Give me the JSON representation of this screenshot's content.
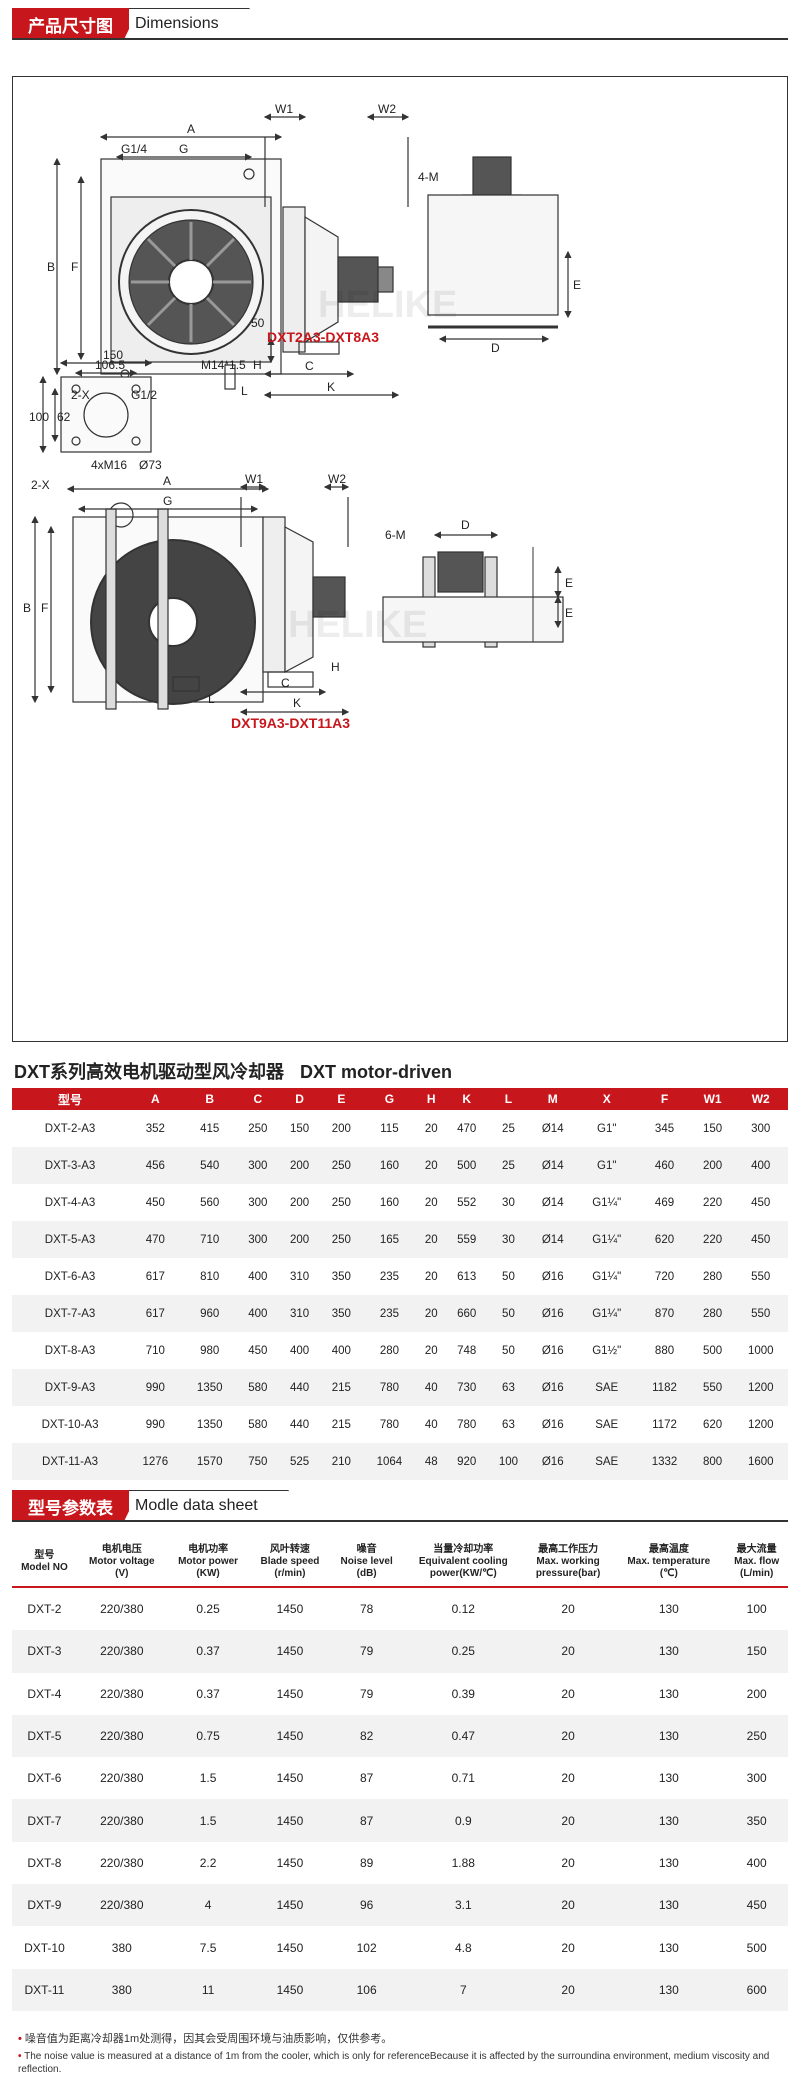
{
  "section1": {
    "title_cn": "产品尺寸图",
    "title_en": "Dimensions"
  },
  "diagram": {
    "caption_top": "DXT2A3-DXT8A3",
    "caption_bottom": "DXT9A3-DXT11A3",
    "watermark": "HELIKE",
    "labels": {
      "A": "A",
      "B": "B",
      "F": "F",
      "G": "G",
      "G14": "G1/4",
      "G12": "G1/2",
      "M14": "M14*1.5",
      "L": "L",
      "X2": "2-X",
      "W1": "W1",
      "W2": "W2",
      "C": "C",
      "K": "K",
      "H": "H",
      "n50": "50",
      "M4": "4-M",
      "M6": "6-M",
      "D": "D",
      "E": "E",
      "n150": "150",
      "n1065": "106.5",
      "n100": "100",
      "n62": "62",
      "holes": "4xM16",
      "phi": "Ø73"
    }
  },
  "dim_table": {
    "title_cn": "DXT系列高效电机驱动型风冷却器",
    "title_en": "DXT motor-driven",
    "headers": [
      "型号",
      "A",
      "B",
      "C",
      "D",
      "E",
      "G",
      "H",
      "K",
      "L",
      "M",
      "X",
      "F",
      "W1",
      "W2"
    ],
    "rows": [
      [
        "DXT-2-A3",
        "352",
        "415",
        "250",
        "150",
        "200",
        "115",
        "20",
        "470",
        "25",
        "Ø14",
        "G1\"",
        "345",
        "150",
        "300"
      ],
      [
        "DXT-3-A3",
        "456",
        "540",
        "300",
        "200",
        "250",
        "160",
        "20",
        "500",
        "25",
        "Ø14",
        "G1\"",
        "460",
        "200",
        "400"
      ],
      [
        "DXT-4-A3",
        "450",
        "560",
        "300",
        "200",
        "250",
        "160",
        "20",
        "552",
        "30",
        "Ø14",
        "G1¼\"",
        "469",
        "220",
        "450"
      ],
      [
        "DXT-5-A3",
        "470",
        "710",
        "300",
        "200",
        "250",
        "165",
        "20",
        "559",
        "30",
        "Ø14",
        "G1¼\"",
        "620",
        "220",
        "450"
      ],
      [
        "DXT-6-A3",
        "617",
        "810",
        "400",
        "310",
        "350",
        "235",
        "20",
        "613",
        "50",
        "Ø16",
        "G1¼\"",
        "720",
        "280",
        "550"
      ],
      [
        "DXT-7-A3",
        "617",
        "960",
        "400",
        "310",
        "350",
        "235",
        "20",
        "660",
        "50",
        "Ø16",
        "G1¼\"",
        "870",
        "280",
        "550"
      ],
      [
        "DXT-8-A3",
        "710",
        "980",
        "450",
        "400",
        "400",
        "280",
        "20",
        "748",
        "50",
        "Ø16",
        "G1½\"",
        "880",
        "500",
        "1000"
      ],
      [
        "DXT-9-A3",
        "990",
        "1350",
        "580",
        "440",
        "215",
        "780",
        "40",
        "730",
        "63",
        "Ø16",
        "SAE",
        "1182",
        "550",
        "1200"
      ],
      [
        "DXT-10-A3",
        "990",
        "1350",
        "580",
        "440",
        "215",
        "780",
        "40",
        "780",
        "63",
        "Ø16",
        "SAE",
        "1172",
        "620",
        "1200"
      ],
      [
        "DXT-11-A3",
        "1276",
        "1570",
        "750",
        "525",
        "210",
        "1064",
        "48",
        "920",
        "100",
        "Ø16",
        "SAE",
        "1332",
        "800",
        "1600"
      ]
    ]
  },
  "section2": {
    "title_cn": "型号参数表",
    "title_en": "Modle data sheet"
  },
  "model_table": {
    "headers": [
      [
        "型号",
        "Model NO"
      ],
      [
        "电机电压",
        "Motor voltage",
        "(V)"
      ],
      [
        "电机功率",
        "Motor power",
        "(KW)"
      ],
      [
        "风叶转速",
        "Blade speed",
        "(r/min)"
      ],
      [
        "噪音",
        "Noise level",
        "(dB)"
      ],
      [
        "当量冷却功率",
        "Equivalent cooling",
        "power(KW/℃)"
      ],
      [
        "最高工作压力",
        "Max. working",
        "pressure(bar)"
      ],
      [
        "最高温度",
        "Max. temperature",
        "(℃)"
      ],
      [
        "最大流量",
        "Max. flow",
        "(L/min)"
      ]
    ],
    "rows": [
      [
        "DXT-2",
        "220/380",
        "0.25",
        "1450",
        "78",
        "0.12",
        "20",
        "130",
        "100"
      ],
      [
        "DXT-3",
        "220/380",
        "0.37",
        "1450",
        "79",
        "0.25",
        "20",
        "130",
        "150"
      ],
      [
        "DXT-4",
        "220/380",
        "0.37",
        "1450",
        "79",
        "0.39",
        "20",
        "130",
        "200"
      ],
      [
        "DXT-5",
        "220/380",
        "0.75",
        "1450",
        "82",
        "0.47",
        "20",
        "130",
        "250"
      ],
      [
        "DXT-6",
        "220/380",
        "1.5",
        "1450",
        "87",
        "0.71",
        "20",
        "130",
        "300"
      ],
      [
        "DXT-7",
        "220/380",
        "1.5",
        "1450",
        "87",
        "0.9",
        "20",
        "130",
        "350"
      ],
      [
        "DXT-8",
        "220/380",
        "2.2",
        "1450",
        "89",
        "1.88",
        "20",
        "130",
        "400"
      ],
      [
        "DXT-9",
        "220/380",
        "4",
        "1450",
        "96",
        "3.1",
        "20",
        "130",
        "450"
      ],
      [
        "DXT-10",
        "380",
        "7.5",
        "1450",
        "102",
        "4.8",
        "20",
        "130",
        "500"
      ],
      [
        "DXT-11",
        "380",
        "11",
        "1450",
        "106",
        "7",
        "20",
        "130",
        "600"
      ]
    ]
  },
  "notes": {
    "cn": "噪音值为距离冷却器1m处测得，因其会受周围环境与油质影响，仅供参考。",
    "en": "The noise value is measured at a distance of 1m from the cooler, which is only for referenceBecause it is affected by the surroundina environment, medium viscosity and reflection."
  },
  "colors": {
    "accent": "#c8161d",
    "row_alt": "#f2f2f2"
  }
}
